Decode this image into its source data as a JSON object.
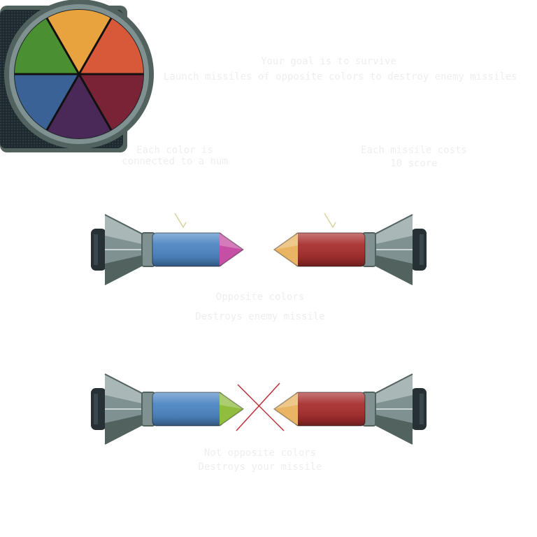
{
  "instructions": {
    "goal_line_1": "Your goal is to survive",
    "goal_line_2": "Launch missiles of opposite colors to destroy enemy missiles",
    "wheel_hint_line_1": "Each color is",
    "wheel_hint_line_2": "connected to a num",
    "cost_line_1": "Each missile costs",
    "cost_line_2": "10 score"
  },
  "examples": {
    "opposite": {
      "title": "Opposite colors",
      "result": "Destroys enemy missile",
      "player_missile": {
        "body_color": "#4d86c3",
        "tip_color": "#c64fa6"
      },
      "enemy_missile": {
        "body_color": "#a82f2f",
        "tip_color": "#e9b463"
      }
    },
    "not_opposite": {
      "title": "Not opposite colors",
      "result": "Destroys your missile",
      "player_missile": {
        "body_color": "#4d86c3",
        "tip_color": "#91bd3f"
      },
      "enemy_missile": {
        "body_color": "#a82f2f",
        "tip_color": "#e9b463"
      }
    }
  },
  "color_wheel": {
    "segments": [
      {
        "color": "#e8a33f",
        "name": "orange"
      },
      {
        "color": "#d8583a",
        "name": "red"
      },
      {
        "color": "#7a2236",
        "name": "crimson"
      },
      {
        "color": "#4a2858",
        "name": "purple"
      },
      {
        "color": "#3a6296",
        "name": "blue"
      },
      {
        "color": "#4a9032",
        "name": "green"
      }
    ]
  },
  "colors": {
    "text": "#eeeeee",
    "metal": "#7f9191",
    "metal_dark": "#52625f",
    "cap": "#263035",
    "panel": "#273539",
    "cross": "#c0303a"
  }
}
